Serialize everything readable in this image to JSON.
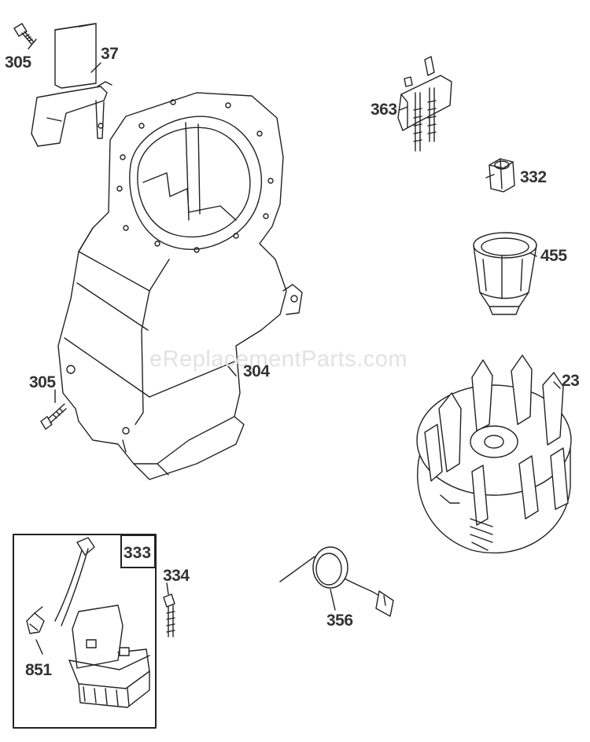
{
  "watermark": "eReplacementParts.com",
  "labels": {
    "p305a": "305",
    "p37": "37",
    "p363": "363",
    "p332": "332",
    "p455": "455",
    "p304": "304",
    "p305b": "305",
    "p23": "23",
    "p333": "333",
    "p334": "334",
    "p851": "851",
    "p356": "356"
  }
}
